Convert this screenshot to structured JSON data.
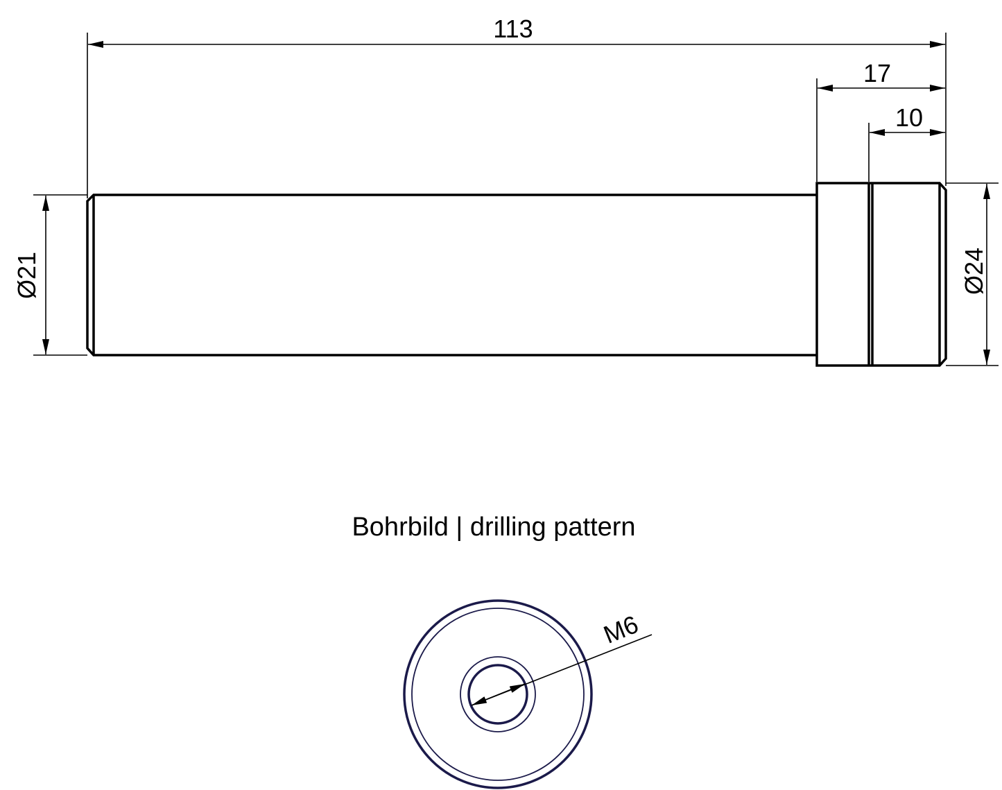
{
  "dimensions": {
    "overall_length": "113",
    "head_length": "17",
    "groove_offset": "10",
    "shaft_diameter": "Ø21",
    "head_diameter": "Ø24",
    "thread": "M6"
  },
  "caption": "Bohrbild | drilling pattern",
  "colors": {
    "line": "#000000",
    "plan_line": "#1b1a4a"
  }
}
